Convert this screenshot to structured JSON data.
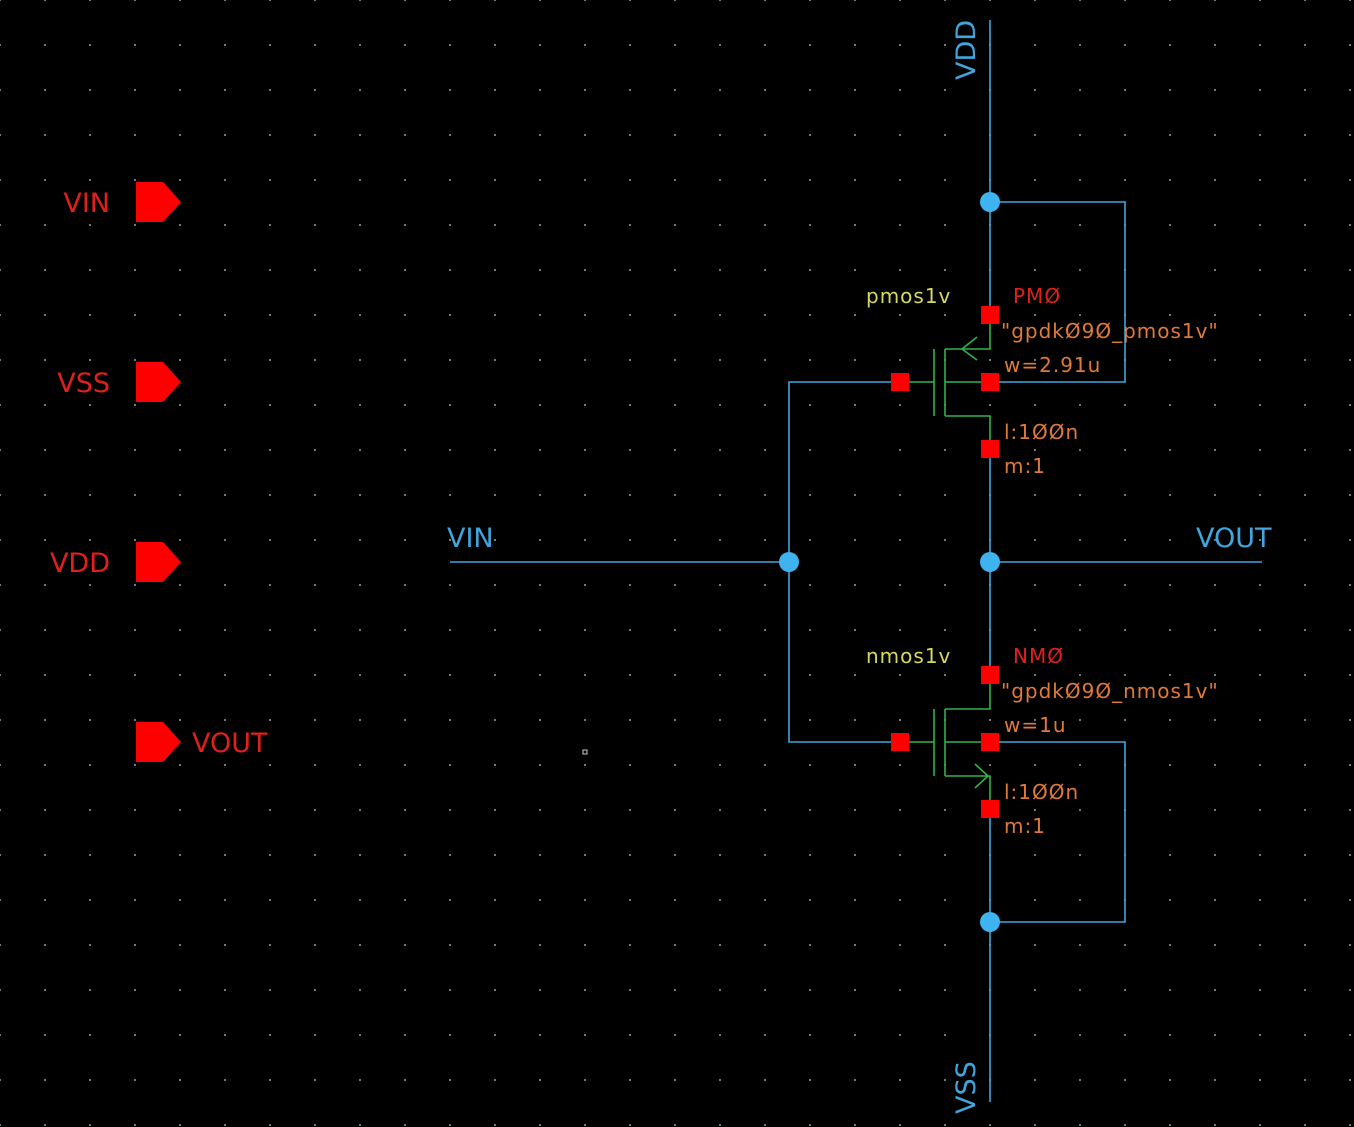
{
  "pins": [
    {
      "label": "VIN"
    },
    {
      "label": "VSS"
    },
    {
      "label": "VDD"
    },
    {
      "label": "VOUT"
    }
  ],
  "nets": {
    "vdd": "VDD",
    "vss": "VSS",
    "vin": "VIN",
    "vout": "VOUT"
  },
  "pmos": {
    "cell": "pmos1v",
    "instance": "PMØ",
    "model": "\"gpdkØ9Ø_pmos1v\"",
    "w": "w=2.91u",
    "l": "l:1ØØn",
    "m": "m:1"
  },
  "nmos": {
    "cell": "nmos1v",
    "instance": "NMØ",
    "model": "\"gpdkØ9Ø_nmos1v\"",
    "w": "w=1u",
    "l": "l:1ØØn",
    "m": "m:1"
  },
  "colors": {
    "background": "#000000",
    "wire": "#3fa6df",
    "pin": "#ff0000",
    "device": "#2fb34a",
    "cell_label": "#d8d860",
    "instance_label": "#e0201a",
    "parameter": "#e07a3a"
  }
}
